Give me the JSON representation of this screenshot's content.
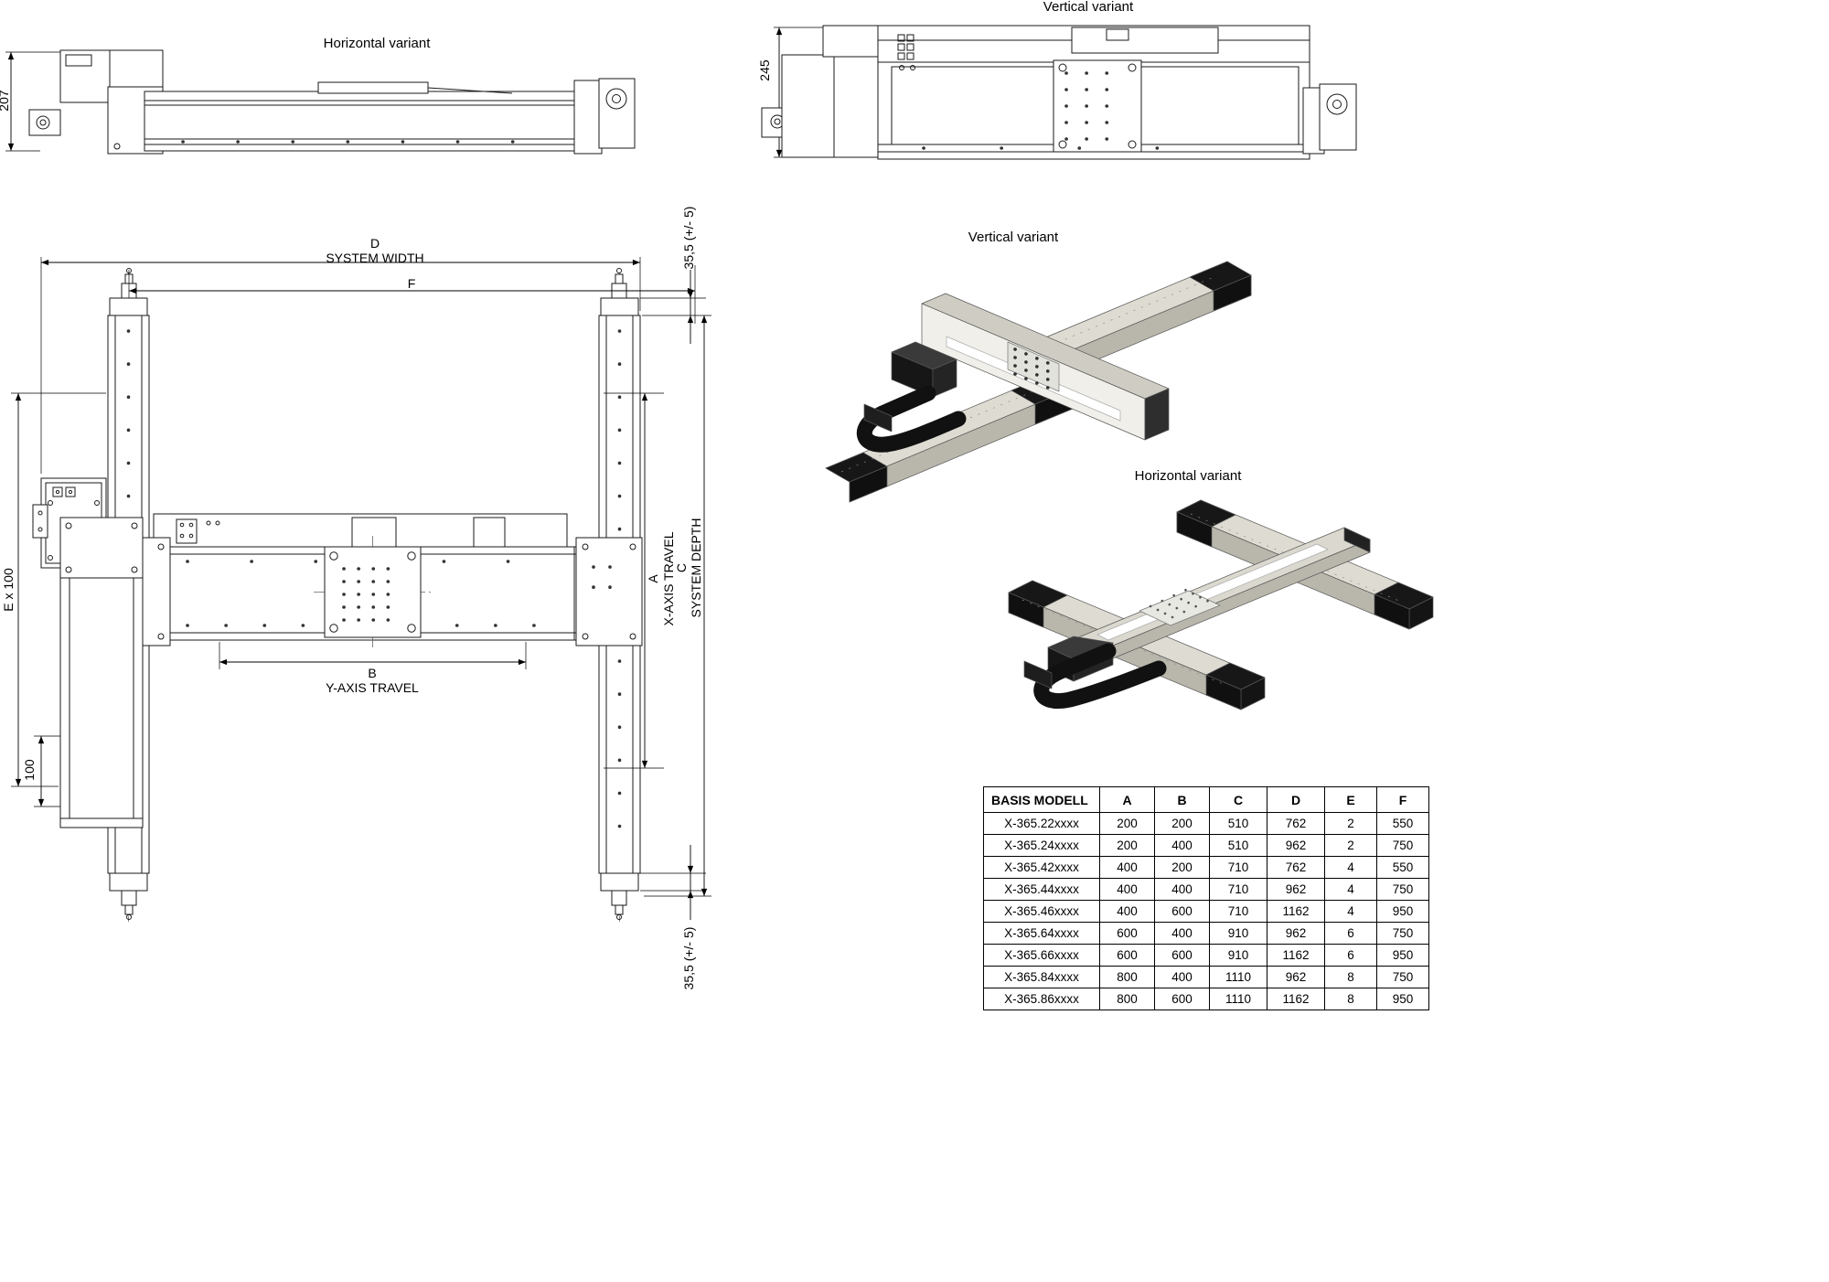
{
  "side_views": {
    "horizontal": {
      "title": "Horizontal variant",
      "height_dimension": "207"
    },
    "vertical": {
      "title": "Vertical variant",
      "height_dimension": "245"
    }
  },
  "plan_view": {
    "dim_d_letter": "D",
    "dim_d_label": "SYSTEM WIDTH",
    "dim_f_letter": "F",
    "dim_a_letter": "A",
    "dim_a_label": "X-AXIS TRAVEL",
    "dim_c_letter": "C",
    "dim_c_label": "SYSTEM DEPTH",
    "dim_b_letter": "B",
    "dim_b_label": "Y-AXIS TRAVEL",
    "dim_e_label": "E x 100",
    "dim_pitch_label": "100",
    "dim_offset_top": "35,5 (+/- 5)",
    "dim_offset_bottom": "35,5 (+/- 5)"
  },
  "iso_views": {
    "vertical": {
      "title": "Vertical variant"
    },
    "horizontal": {
      "title": "Horizontal variant"
    }
  },
  "model_table": {
    "headers": [
      "BASIS MODELL",
      "A",
      "B",
      "C",
      "D",
      "E",
      "F"
    ],
    "rows": [
      [
        "X-365.22xxxx",
        "200",
        "200",
        "510",
        "762",
        "2",
        "550"
      ],
      [
        "X-365.24xxxx",
        "200",
        "400",
        "510",
        "962",
        "2",
        "750"
      ],
      [
        "X-365.42xxxx",
        "400",
        "200",
        "710",
        "762",
        "4",
        "550"
      ],
      [
        "X-365.44xxxx",
        "400",
        "400",
        "710",
        "962",
        "4",
        "750"
      ],
      [
        "X-365.46xxxx",
        "400",
        "600",
        "710",
        "1162",
        "4",
        "950"
      ],
      [
        "X-365.64xxxx",
        "600",
        "400",
        "910",
        "962",
        "6",
        "750"
      ],
      [
        "X-365.66xxxx",
        "600",
        "600",
        "910",
        "1162",
        "6",
        "950"
      ],
      [
        "X-365.84xxxx",
        "800",
        "400",
        "1110",
        "962",
        "8",
        "750"
      ],
      [
        "X-365.86xxxx",
        "800",
        "600",
        "1110",
        "1162",
        "8",
        "950"
      ]
    ]
  },
  "colors": {
    "line": "#000000",
    "beam_top": "#dedcd2",
    "beam_side": "#b9b7ac",
    "cap": "#141414"
  }
}
